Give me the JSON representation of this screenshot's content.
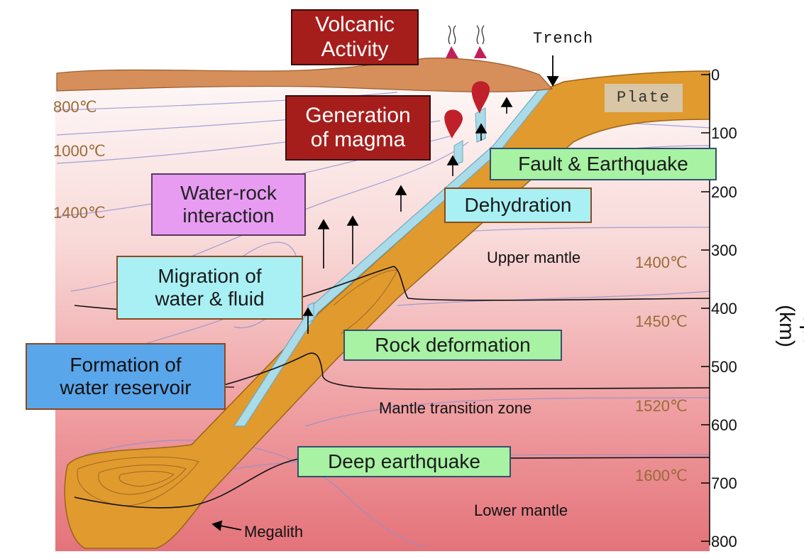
{
  "labels": {
    "volcanic_activity": [
      "Volcanic",
      "Activity"
    ],
    "trench": "Trench",
    "plate": "Plate",
    "generation_of_magma": [
      "Generation",
      "of magma"
    ],
    "fault_earthquake": "Fault & Earthquake",
    "water_rock_interaction": [
      "Water-rock",
      "interaction"
    ],
    "dehydration": "Dehydration",
    "upper_mantle": "Upper mantle",
    "migration": [
      "Migration of",
      "water & fluid"
    ],
    "rock_deformation": "Rock deformation",
    "formation_reservoir": [
      "Formation of",
      "water reservoir"
    ],
    "mantle_transition_zone": "Mantle transition zone",
    "deep_earthquake": "Deep earthquake",
    "lower_mantle": "Lower mantle",
    "megalith": "Megalith"
  },
  "temperatures": {
    "t800": "800℃",
    "t1000": "1000℃",
    "t1400_left": "1400℃",
    "t1400_right": "1400℃",
    "t1450": "1450℃",
    "t1520": "1520℃",
    "t1600": "1600℃"
  },
  "depth_axis": {
    "title": "Depth (km)",
    "ticks": [
      "0",
      "100",
      "200",
      "300",
      "400",
      "500",
      "600",
      "700",
      "800"
    ]
  },
  "colors": {
    "magma": "#c0202a",
    "plate": "#e09a2e",
    "crust": "#d68f5a",
    "water_layer": "#a9dbe8",
    "mantle_top": "#fdf7f5",
    "mantle_bottom": "#e4777d"
  }
}
